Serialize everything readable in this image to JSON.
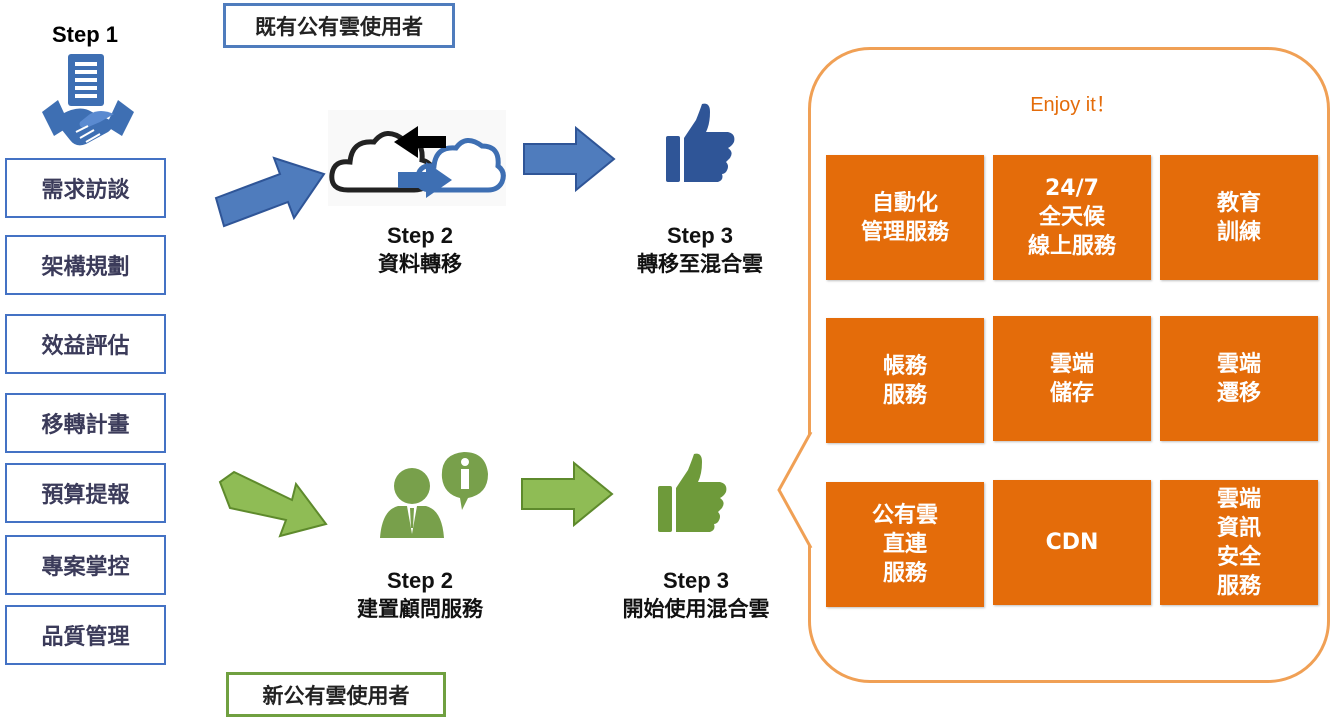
{
  "step1": {
    "label": "Step 1"
  },
  "left_steps": [
    {
      "label": "需求訪談"
    },
    {
      "label": "架構規劃"
    },
    {
      "label": "效益評估"
    },
    {
      "label": "移轉計畫"
    },
    {
      "label": "預算提報"
    },
    {
      "label": "專案掌控"
    },
    {
      "label": "品質管理"
    }
  ],
  "existing_users": {
    "tag": "既有公有雲使用者",
    "step2": {
      "step": "Step 2",
      "desc": "資料轉移"
    },
    "step3": {
      "step": "Step 3",
      "desc": "轉移至混合雲"
    }
  },
  "new_users": {
    "tag": "新公有雲使用者",
    "step2": {
      "step": "Step 2",
      "desc": "建置顧問服務"
    },
    "step3": {
      "step": "Step 3",
      "desc": "開始使用混合雲"
    }
  },
  "enjoy": {
    "title": "Enjoy it！"
  },
  "services": [
    {
      "label": "自動化\n管理服務"
    },
    {
      "label": "24/7\n全天候\n線上服務"
    },
    {
      "label": "教育\n訓練"
    },
    {
      "label": "帳務\n服務"
    },
    {
      "label": "雲端\n儲存"
    },
    {
      "label": "雲端\n遷移"
    },
    {
      "label": "公有雲\n直連\n服務"
    },
    {
      "label": "CDN"
    },
    {
      "label": "雲端\n資訊\n安全\n服務"
    }
  ],
  "colors": {
    "blue": "#4f7cbd",
    "green": "#70a040",
    "orange": "#e46c0a",
    "panel_border": "#f0a055"
  },
  "icons": {
    "step1": "contract-handshake-icon",
    "cloud_migration": "cloud-migration-icon",
    "thumbs_up_blue": "thumbs-up-icon",
    "consultant": "consultant-info-icon",
    "thumbs_up_green": "thumbs-up-icon"
  }
}
